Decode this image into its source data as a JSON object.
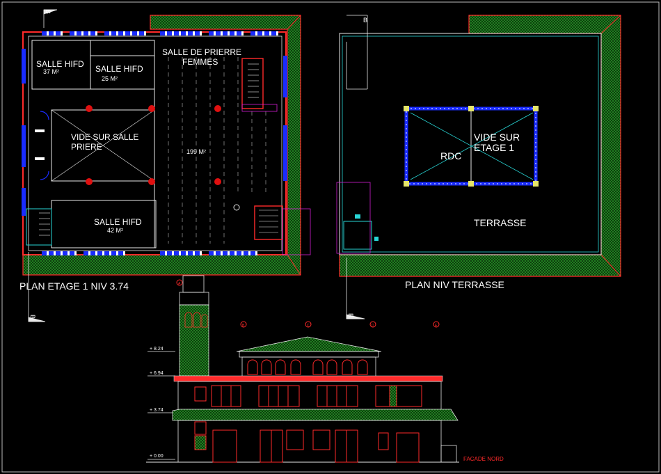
{
  "colors": {
    "background": "#000000",
    "wall_blue": "#1a2cff",
    "wall_red": "#ff1a1a",
    "hatch_green": "#1e8a1e",
    "line_white": "#e8e8e8",
    "line_cyan": "#28d6d6",
    "line_magenta": "#d21ed2",
    "text_white": "#ffffff",
    "text_red": "#ff2a2a"
  },
  "plan_etage1": {
    "title": "PLAN ETAGE 1  NIV 3.74",
    "rooms": {
      "salle_hifd_1": "SALLE HIFD",
      "salle_hifd_1_area": "37 M²",
      "salle_hifd_2": "SALLE HIFD",
      "salle_hifd_2_area": "25 M²",
      "salle_priere_line1": "SALLE DE PRIERRE",
      "salle_priere_line2": "FEMMES",
      "vide_line1": "VIDE SUR SALLE",
      "vide_line2": "PRIERE",
      "main_area": "199 M²",
      "salle_hifd_3": "SALLE HIFD",
      "salle_hifd_3_area": "42 M²"
    },
    "section_marks": [
      "B",
      "B"
    ]
  },
  "plan_terrasse": {
    "title": "PLAN NIV TERRASSE",
    "vide_line1": "VIDE SUR",
    "vide_line2": "ETAGE 1",
    "rdc": "RDC",
    "terrasse": "TERRASSE",
    "section_marks": [
      "B",
      "B"
    ]
  },
  "facade": {
    "title": "FACADE NORD",
    "levels": [
      "+ 8.24",
      "+ 6.94",
      "+ 3.74",
      "+ 0.00"
    ],
    "grid_marks": [
      "A",
      "B",
      "C",
      "D",
      "E"
    ]
  }
}
